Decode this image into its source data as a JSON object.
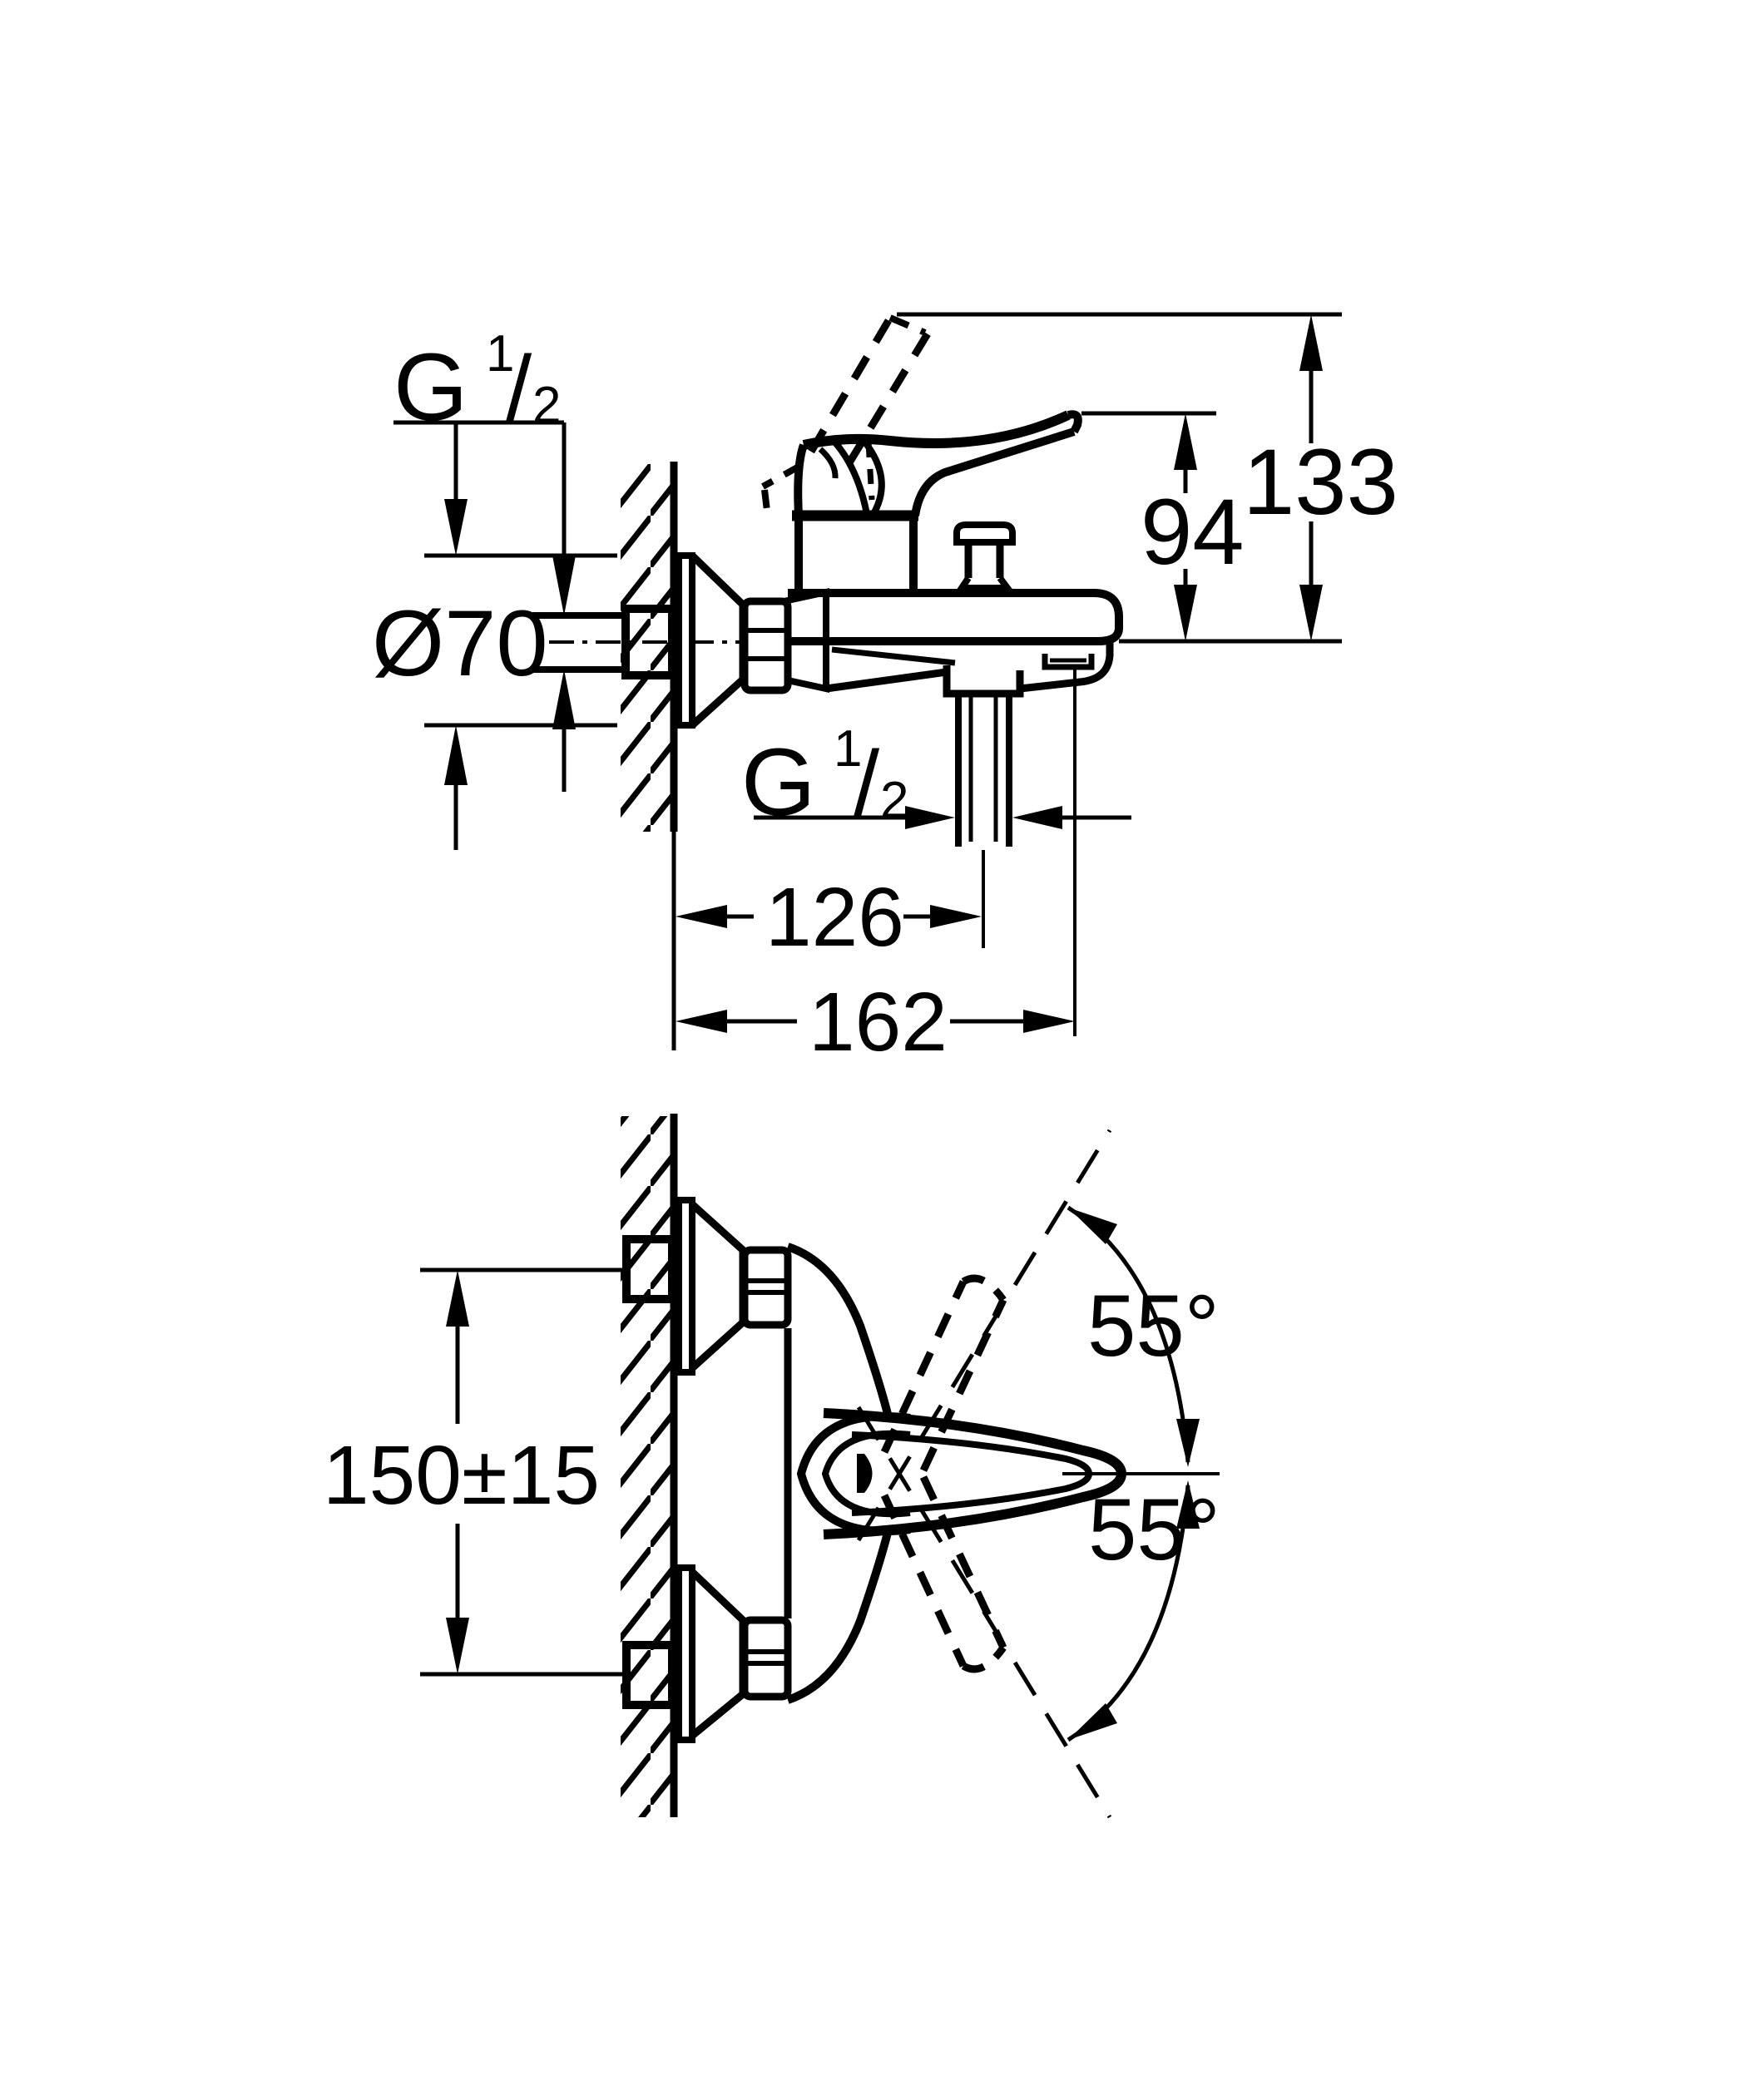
{
  "drawing": {
    "type": "technical dimension drawing",
    "product": "wall-mounted single-lever bath/shower mixer",
    "background": "#ffffff",
    "ink": "#000000"
  },
  "side_view": {
    "thread_label_top": {
      "g": "G",
      "sup": "1",
      "slash": "/",
      "sub": "2"
    },
    "escutcheon_diameter": "Ø70",
    "height_body_to_lever": "94",
    "height_body_to_raised_lever": "133",
    "thread_label_spout": {
      "g": "G",
      "sup": "1",
      "slash": "/",
      "sub": "2"
    },
    "wall_to_shower_outlet": "126",
    "wall_to_spout_tip": "162"
  },
  "front_view": {
    "connection_spacing": "150±15",
    "lever_swing_up": "55°",
    "lever_swing_down": "55°"
  }
}
